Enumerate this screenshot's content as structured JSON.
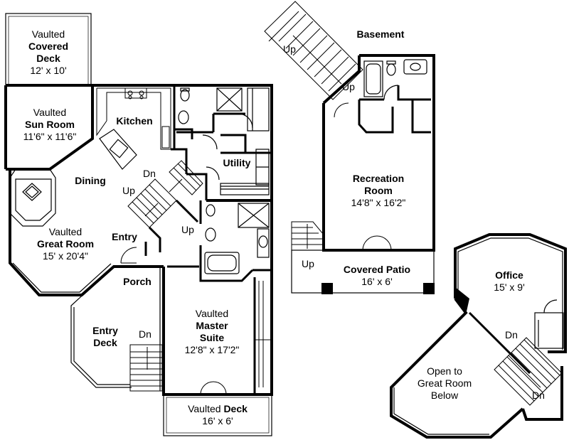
{
  "rooms": {
    "covered_deck": {
      "line1": "Vaulted",
      "line2": "Covered",
      "line3": "Deck",
      "dims": "12' x 10'"
    },
    "sun_room": {
      "line1": "Vaulted",
      "line2": "Sun Room",
      "dims": "11'6\" x 11'6\""
    },
    "kitchen": {
      "name": "Kitchen"
    },
    "utility": {
      "name": "Utility"
    },
    "dining": {
      "name": "Dining"
    },
    "great_room": {
      "line1": "Vaulted",
      "line2": "Great Room",
      "dims": "15' x 20'4\""
    },
    "entry": {
      "name": "Entry"
    },
    "porch": {
      "name": "Porch"
    },
    "entry_deck": {
      "line1": "Entry",
      "line2": "Deck"
    },
    "master_suite": {
      "line1": "Vaulted",
      "line2": "Master",
      "line3": "Suite",
      "dims": "12'8\" x 17'2\""
    },
    "vaulted_deck": {
      "line1": "Vaulted",
      "line1b": "Deck",
      "dims": "16' x 6'"
    },
    "basement": {
      "name": "Basement"
    },
    "recreation_room": {
      "line1": "Recreation",
      "line2": "Room",
      "dims": "14'8\" x 16'2\""
    },
    "covered_patio": {
      "name": "Covered Patio",
      "dims": "16' x 6'"
    },
    "office": {
      "name": "Office",
      "dims": "15' x 9'"
    },
    "open_to_below": {
      "line1": "Open to",
      "line2": "Great Room",
      "line3": "Below"
    }
  },
  "stairs": {
    "main_dn": "Dn",
    "main_up_left": "Up",
    "main_up_right": "Up",
    "entry_deck_dn": "Dn",
    "basement_up_top": "Up",
    "basement_up_mid": "Up",
    "patio_up": "Up",
    "office_dn_top": "Dn",
    "office_dn_bottom": "Dn"
  },
  "colors": {
    "wall": "#000000",
    "fixture": "#555555",
    "background": "#ffffff"
  }
}
